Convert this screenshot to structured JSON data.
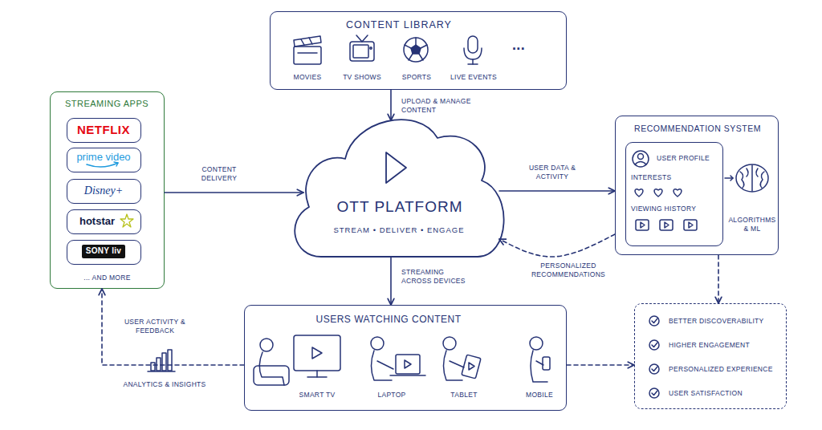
{
  "diagram": {
    "nodes": [
      {
        "text": [
          "CONTENT LIBRARY",
          "MOVIES",
          "TV SHOWS",
          "SPORTS",
          "LIVE EVENTS",
          "..."
        ]
      },
      {
        "text": [
          "STREAMING APPS",
          "... AND MORE"
        ]
      },
      {
        "text": [
          "NETFLIX"
        ],
        "in": 1
      },
      {
        "text": [
          "prime video"
        ],
        "in": 1
      },
      {
        "text": [
          "Disney+"
        ],
        "in": 1
      },
      {
        "text": [
          "hotstar"
        ],
        "in": 1
      },
      {
        "text": [
          "SONY liv"
        ],
        "in": 1
      },
      {
        "text": [
          "OTT PLATFORM",
          "STREAM • DELIVER • ENGAGE"
        ]
      },
      {
        "text": [
          "RECOMMENDATION SYSTEM",
          "ALGORITHMS & ML"
        ]
      },
      {
        "text": [
          "USER PROFILE",
          "INTERESTS",
          "VIEWING HISTORY"
        ],
        "in": 8
      },
      {
        "text": [
          "USERS WATCHING CONTENT",
          "SMART TV",
          "LAPTOP",
          "TABLET",
          "MOBILE"
        ]
      },
      {
        "text": [
          "BETTER DISCOVERABILITY",
          "HIGHER ENGAGEMENT",
          "PERSONALIZED EXPERIENCE",
          "USER SATISFACTION"
        ]
      }
    ],
    "edges": [
      {
        "from": 0,
        "to": 7,
        "label": "UPLOAD & MANAGE CONTENT",
        "arrow": "to"
      },
      {
        "from": 1,
        "to": 7,
        "label": "CONTENT DELIVERY",
        "arrow": "to"
      },
      {
        "from": 7,
        "to": 8,
        "label": "USER DATA & ACTIVITY",
        "arrow": "to"
      },
      {
        "from": 8,
        "to": 7,
        "label": "PERSONALIZED RECOMMENDATIONS",
        "arrow": "to"
      },
      {
        "from": 7,
        "to": 10,
        "label": "STREAMING ACROSS DEVICES",
        "arrow": "to"
      },
      {
        "from": 10,
        "to": 1,
        "label": "USER ACTIVITY & FEEDBACK",
        "arrow": "to"
      },
      {
        "from": 8,
        "to": 11,
        "arrow": "to"
      },
      {
        "from": 10,
        "to": 11,
        "arrow": "to"
      }
    ],
    "labels": [
      "ANALYTICS & INSIGHTS"
    ]
  }
}
